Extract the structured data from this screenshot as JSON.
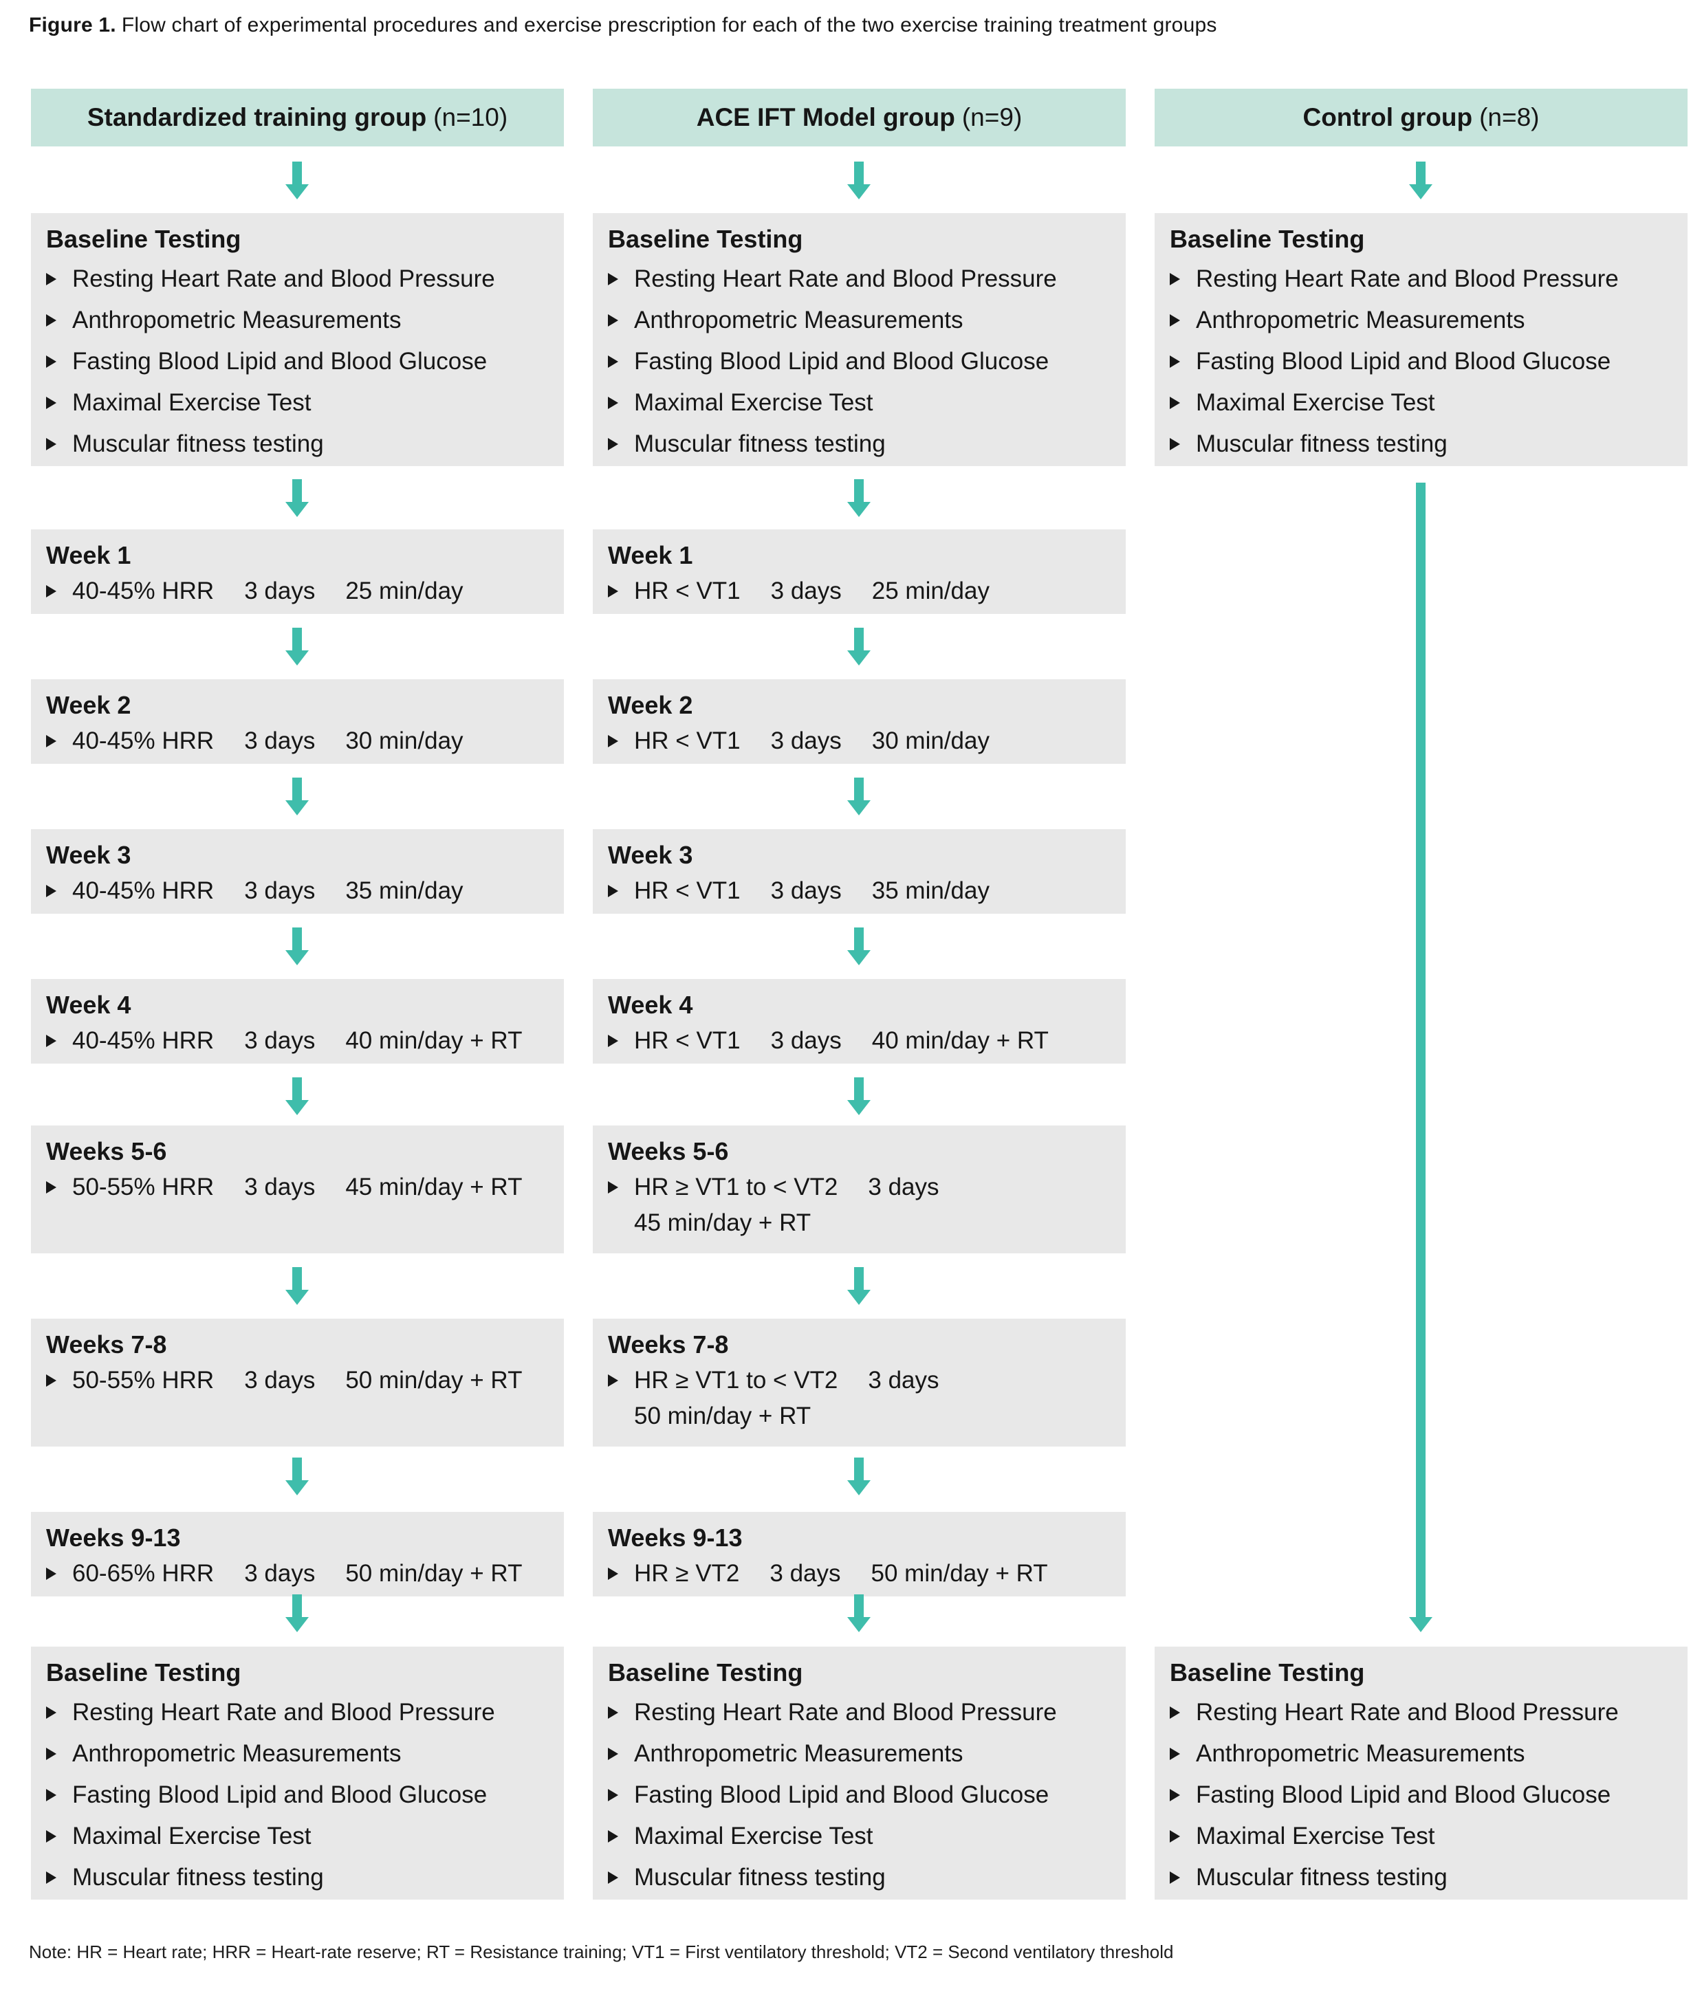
{
  "caption": {
    "label": "Figure 1.",
    "text": "Flow chart of experimental procedures and exercise prescription for each of the two exercise training treatment groups"
  },
  "note": "Note: HR = Heart rate; HRR = Heart-rate reserve; RT = Resistance training; VT1 = First ventilatory threshold; VT2 = Second ventilatory threshold",
  "colors": {
    "header_bg": "#c6e4dc",
    "box_bg": "#e8e8e8",
    "arrow": "#3fbdab",
    "text": "#161616"
  },
  "icons": {
    "down_arrow": "down-arrow",
    "bullet": "right-triangle"
  },
  "baseline": {
    "title": "Baseline Testing",
    "items": [
      "Resting Heart Rate and Blood Pressure",
      "Anthropometric Measurements",
      "Fasting Blood Lipid and Blood Glucose",
      "Maximal Exercise Test",
      "Muscular fitness testing"
    ]
  },
  "columns": [
    {
      "header": {
        "name": "Standardized training group",
        "n": "(n=10)"
      },
      "weeks": [
        {
          "title": "Week 1",
          "segments": [
            "40-45% HRR",
            "3 days",
            "25 min/day"
          ]
        },
        {
          "title": "Week 2",
          "segments": [
            "40-45% HRR",
            "3 days",
            "30 min/day"
          ]
        },
        {
          "title": "Week 3",
          "segments": [
            "40-45% HRR",
            "3 days",
            "35 min/day"
          ]
        },
        {
          "title": "Week 4",
          "segments": [
            "40-45% HRR",
            "3 days",
            "40 min/day + RT"
          ]
        },
        {
          "title": "Weeks 5-6",
          "segments": [
            "50-55% HRR",
            "3 days",
            "45 min/day + RT"
          ]
        },
        {
          "title": "Weeks 7-8",
          "segments": [
            "50-55% HRR",
            "3 days",
            "50 min/day + RT"
          ]
        },
        {
          "title": "Weeks 9-13",
          "segments": [
            "60-65% HRR",
            "3 days",
            "50 min/day + RT"
          ]
        }
      ]
    },
    {
      "header": {
        "name": "ACE IFT Model group",
        "n": "(n=9)"
      },
      "weeks": [
        {
          "title": "Week 1",
          "segments": [
            "HR < VT1",
            "3 days",
            "25 min/day"
          ]
        },
        {
          "title": "Week 2",
          "segments": [
            "HR < VT1",
            "3 days",
            "30 min/day"
          ]
        },
        {
          "title": "Week 3",
          "segments": [
            "HR < VT1",
            "3 days",
            "35 min/day"
          ]
        },
        {
          "title": "Week 4",
          "segments": [
            "HR < VT1",
            "3 days",
            "40 min/day + RT"
          ]
        },
        {
          "title": "Weeks 5-6",
          "segments": [
            "HR ≥ VT1 to < VT2",
            "3 days"
          ],
          "line2": "45 min/day + RT"
        },
        {
          "title": "Weeks 7-8",
          "segments": [
            "HR ≥ VT1 to < VT2",
            "3 days"
          ],
          "line2": "50 min/day + RT"
        },
        {
          "title": "Weeks 9-13",
          "segments": [
            "HR ≥ VT2",
            "3 days",
            "50 min/day + RT"
          ]
        }
      ]
    },
    {
      "header": {
        "name": "Control group",
        "n": "(n=8)"
      }
    }
  ]
}
